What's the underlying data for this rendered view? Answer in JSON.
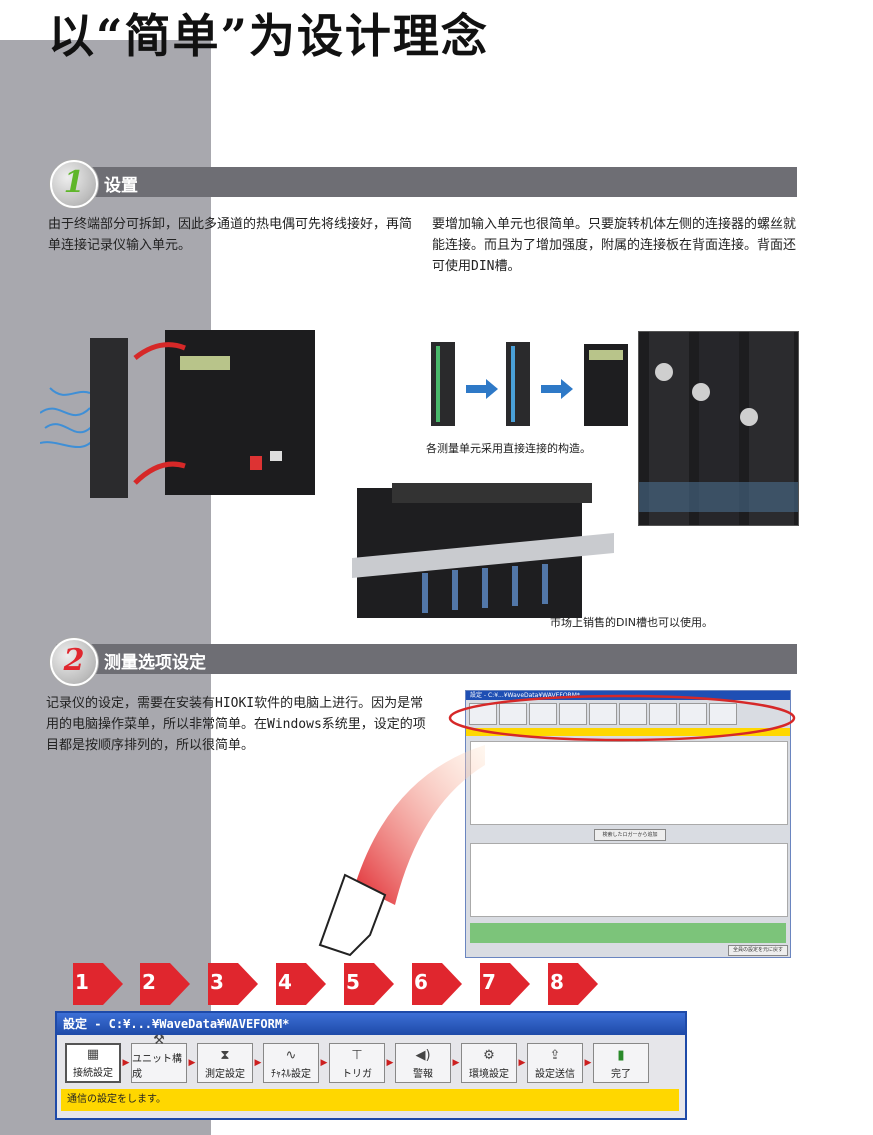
{
  "headline": "以“简单”为设计理念",
  "section1": {
    "number": "1",
    "title": "设置",
    "text_left": "由于终端部分可拆卸，因此多通道的热电偶可先将线接好，再简单连接记录仪输入单元。",
    "text_right": "要增加输入单元也很简单。只要旋转机体左侧的连接器的螺丝就能连接。而且为了增加强度，附属的连接板在背面连接。背面还可使用DIN槽。",
    "caption_units": "各测量单元采用直接连接的构造。",
    "caption_din": "市场上销售的DIN槽也可以使用。"
  },
  "section2": {
    "number": "2",
    "title": "测量选项设定",
    "text": "记录仪的设定，需要在安装有HIOKI软件的电脑上进行。因为是常用的电脑操作菜单，所以非常简单。在Windows系统里，设定的项目都是按顺序排列的，所以很简单。"
  },
  "steps": [
    "1",
    "2",
    "3",
    "4",
    "5",
    "6",
    "7",
    "8"
  ],
  "window": {
    "title": "設定 - C:¥...¥WaveData¥WAVEFORM*",
    "status": "通信の設定をします。",
    "tools": [
      {
        "label": "接続設定",
        "icon": "network-icon"
      },
      {
        "label": "ユニット構成",
        "icon": "tools-icon"
      },
      {
        "label": "測定設定",
        "icon": "hourglass-icon"
      },
      {
        "label": "ﾁｬﾈﾙ設定",
        "icon": "waveform-icon"
      },
      {
        "label": "トリガ",
        "icon": "trigger-icon"
      },
      {
        "label": "警報",
        "icon": "speaker-icon"
      },
      {
        "label": "環境設定",
        "icon": "wrench-icon"
      },
      {
        "label": "設定送信",
        "icon": "send-icon"
      },
      {
        "label": "完了",
        "icon": "done-icon"
      }
    ]
  },
  "mini_window": {
    "title": "設定 - C:¥...¥WaveData¥WAVEFORM*",
    "button_add": "検索したロガーから追加",
    "button_send": "全員の設定を元に戻す"
  },
  "colors": {
    "accent_red": "#e0262e",
    "accent_green": "#5fb62a",
    "bar_gray": "#6e6e74",
    "status_yellow": "#ffd700"
  }
}
